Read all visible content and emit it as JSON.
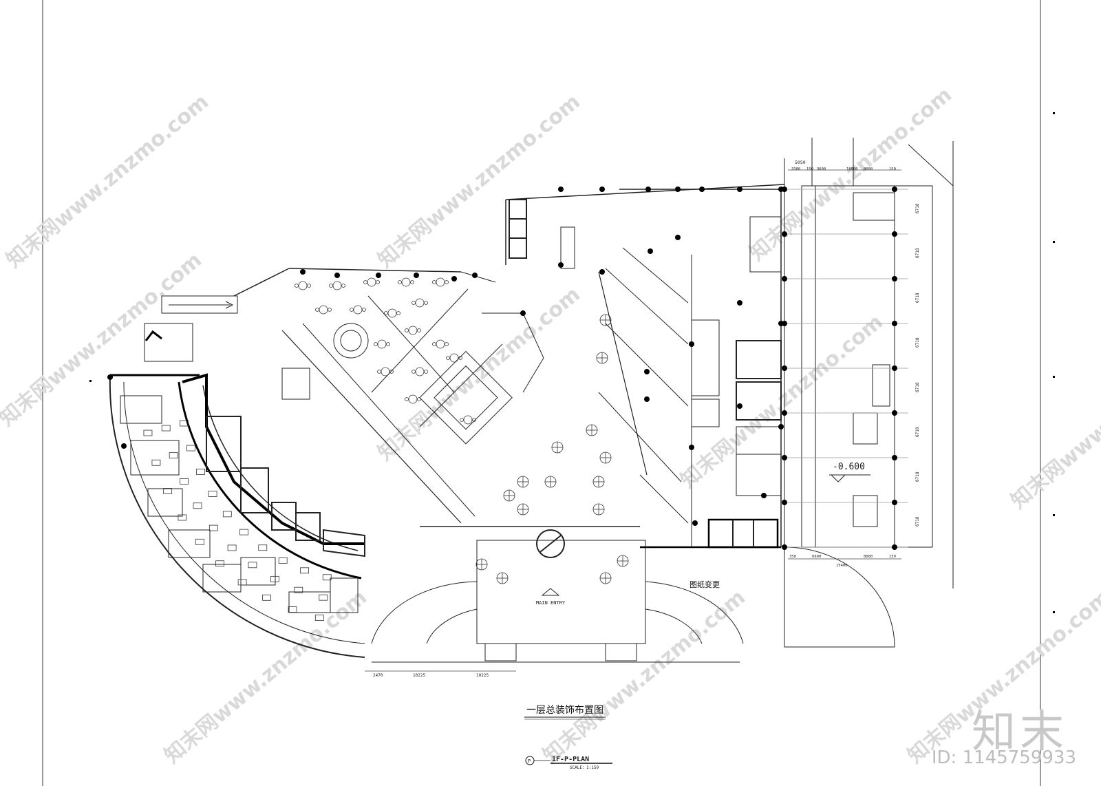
{
  "drawing": {
    "title_cn": "一层总装饰布置图",
    "plan_code": "1F-P-PLAN",
    "scale": "SCALE：1:150",
    "callout_letter": "P"
  },
  "labels": {
    "main_entry": "MAIN ENTRY",
    "level": "-0.600",
    "change_note": "图纸变更"
  },
  "dimensions": {
    "top": [
      "5050",
      "3300",
      "150",
      "3600",
      "18900",
      "8000",
      "150"
    ],
    "bottom": [
      "350",
      "6900",
      "8000",
      "150"
    ],
    "bottom_total": "15400",
    "south": [
      "2470",
      "10225",
      "10225"
    ],
    "side_span": "6718"
  },
  "watermarks": {
    "text": "知末网www.znzmo.com"
  },
  "brand": {
    "name": "知末",
    "id": "ID: 1145759933"
  },
  "colors": {
    "line": "#222222",
    "wall": "#000000",
    "watermark": "#d9d9d9"
  }
}
